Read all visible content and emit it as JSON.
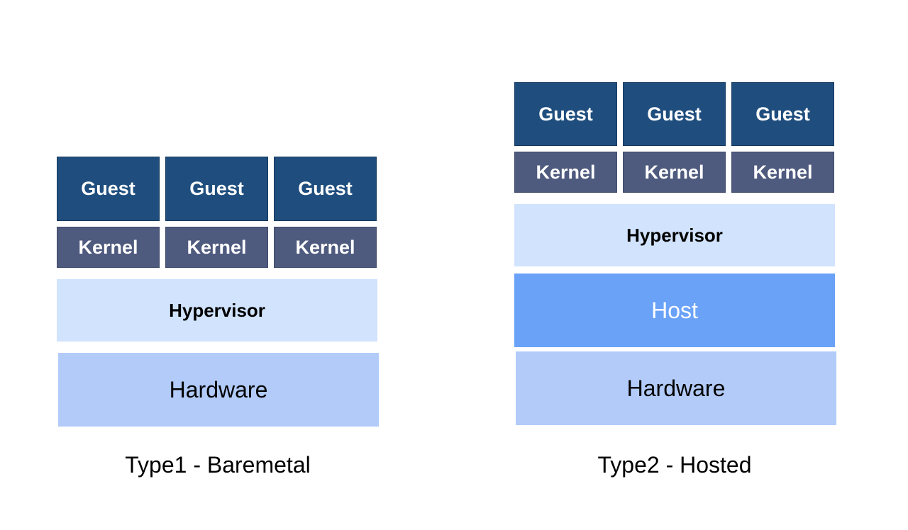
{
  "type1": {
    "guests": [
      "Guest",
      "Guest",
      "Guest"
    ],
    "kernels": [
      "Kernel",
      "Kernel",
      "Kernel"
    ],
    "hypervisor": "Hypervisor",
    "hardware": "Hardware",
    "caption": "Type1 - Baremetal"
  },
  "type2": {
    "guests": [
      "Guest",
      "Guest",
      "Guest"
    ],
    "kernels": [
      "Kernel",
      "Kernel",
      "Kernel"
    ],
    "hypervisor": "Hypervisor",
    "host": "Host",
    "hardware": "Hardware",
    "caption": "Type2 - Hosted"
  },
  "colors": {
    "guest": "#1f4e7e",
    "kernel": "#4e5a7e",
    "hypervisor": "#d1e3fd",
    "host": "#6aa2f8",
    "hardware": "#b2cbf9"
  }
}
